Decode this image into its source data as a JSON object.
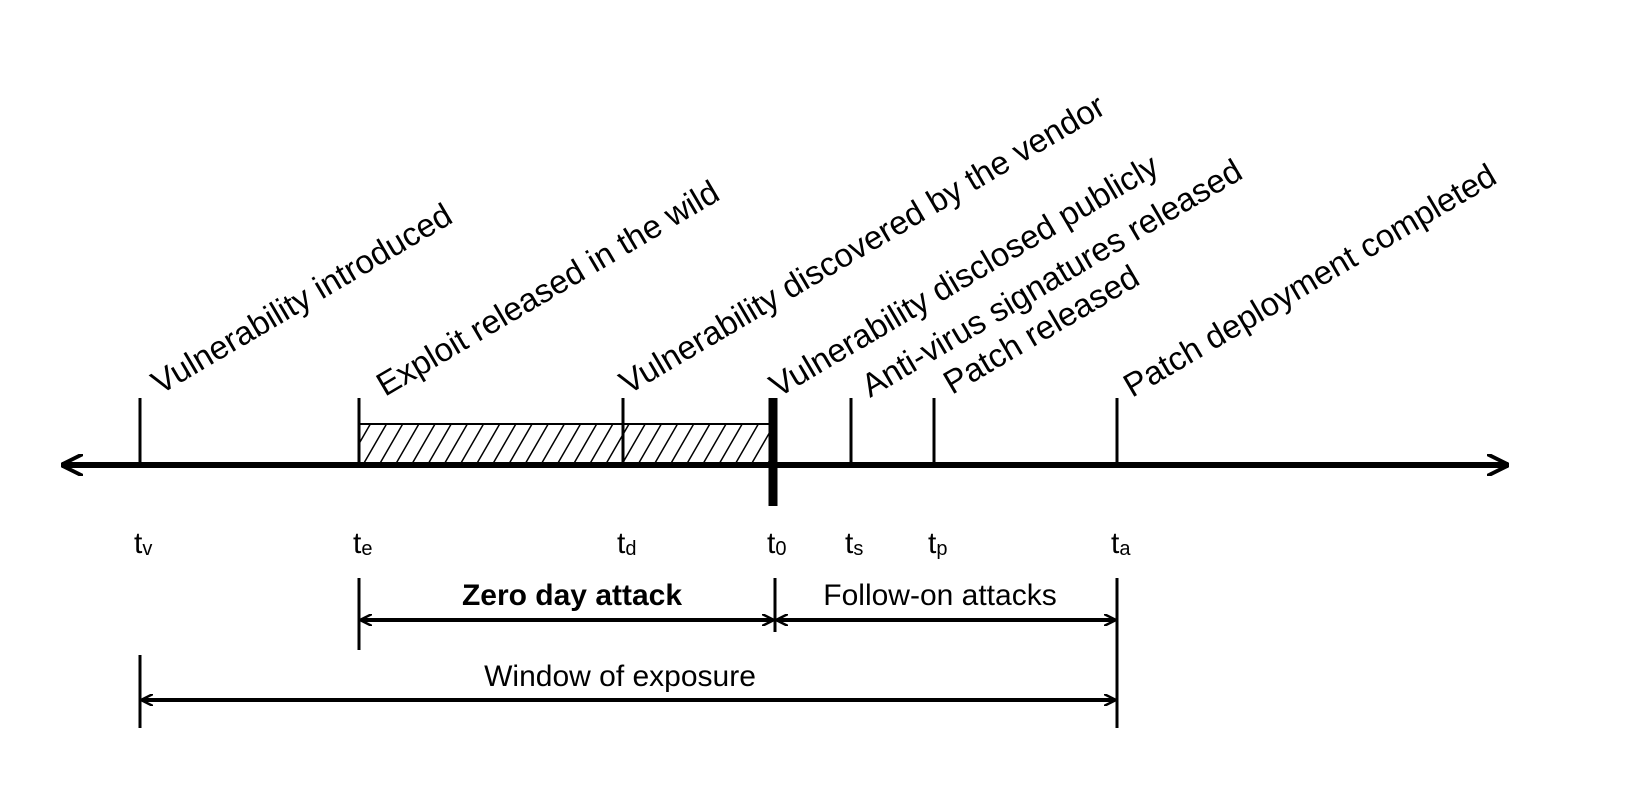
{
  "events": [
    {
      "label": "Vulnerability introduced",
      "symbol": "t",
      "subscript": "v"
    },
    {
      "label": "Exploit released in the wild",
      "symbol": "t",
      "subscript": "e"
    },
    {
      "label": "Vulnerability discovered by the vendor",
      "symbol": "t",
      "subscript": "d"
    },
    {
      "label": "Vulnerability disclosed publicly",
      "symbol": "t",
      "subscript": "0"
    },
    {
      "label": "Anti-virus signatures released",
      "symbol": "t",
      "subscript": "s"
    },
    {
      "label": "Patch released",
      "symbol": "t",
      "subscript": "p"
    },
    {
      "label": "Patch deployment completed",
      "symbol": "t",
      "subscript": "a"
    }
  ],
  "spans": {
    "zero_day": "Zero day attack",
    "follow_on": "Follow-on attacks",
    "window": "Window of exposure"
  }
}
